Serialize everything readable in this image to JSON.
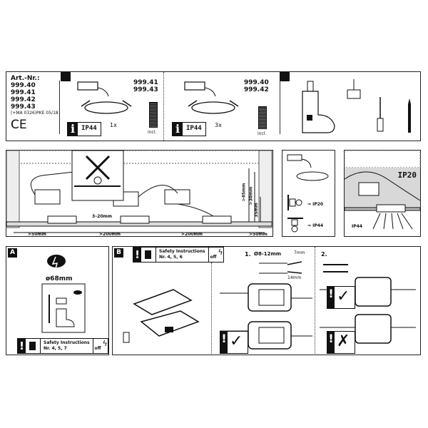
{
  "header": {
    "art_label": "Art.-Nr.:",
    "art_numbers": [
      "999.40",
      "999.41",
      "999.42",
      "999.43"
    ],
    "revision": "(+MA 0326)PKE 05/18",
    "ce_mark": "CE"
  },
  "package_1": {
    "articles": [
      "999.41",
      "999.43"
    ],
    "ip_rating": "IP44",
    "quantity": "1x",
    "included_label": "incl."
  },
  "package_2": {
    "articles": [
      "999.40",
      "999.42"
    ],
    "ip_rating": "IP44",
    "quantity": "3x",
    "included_label": "incl."
  },
  "installation": {
    "gap": "3–20mm",
    "spacings": [
      ">50mm",
      ">200mm",
      ">200mm",
      ">50mm"
    ],
    "heights": [
      ">45mm",
      ">30mm",
      "35mm"
    ]
  },
  "ip_orientation": {
    "wall_rating": "IP20",
    "ceiling_rating": "IP44"
  },
  "ip_zone": {
    "upper": "IP20",
    "lower": "IP44"
  },
  "step_a": {
    "label": "A",
    "hole_diameter": "ø68mm",
    "safety_title": "Safety Instructions",
    "safety_numbers": "Nr. 4, 5, 7",
    "off_label": "off"
  },
  "step_b": {
    "label": "B",
    "safety_title": "Safety Instructions",
    "safety_numbers": "Nr. 4, 5, 6",
    "off_label": "off",
    "step1_label": "1.",
    "cable_diameter": "Ø8-12mm",
    "strip_short": "7mm",
    "strip_long": "14mm",
    "step2_label": "2."
  }
}
